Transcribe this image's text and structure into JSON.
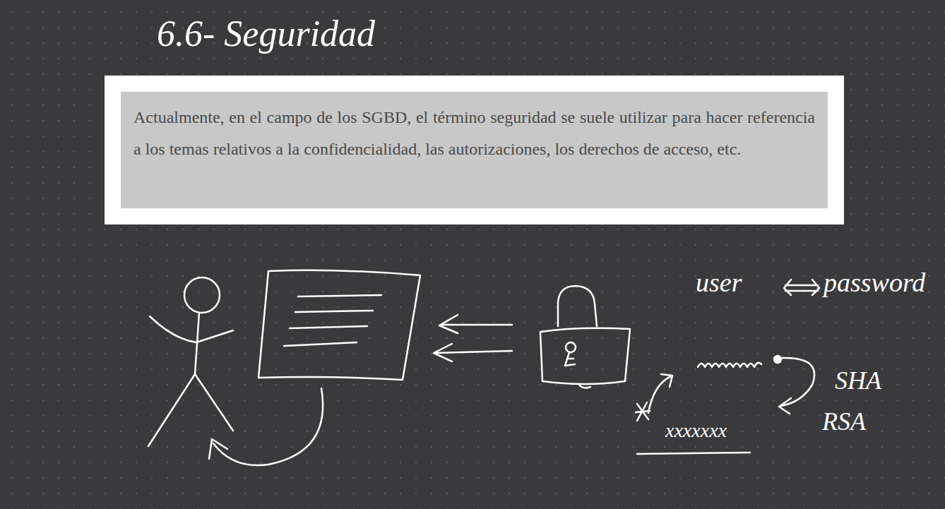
{
  "diagram": {
    "title": "6.6- Seguridad",
    "nodes": [
      {
        "text": [
          "Actualmente, en el campo de los SGBD, el término seguridad se suele utilizar para hacer referencia a los temas relativos a la confidencialidad, las autorizaciones, los derechos de acceso, etc."
        ]
      }
    ],
    "labels": [
      "user",
      "password",
      "SHA",
      "RSA",
      "xxxxxxx"
    ]
  }
}
